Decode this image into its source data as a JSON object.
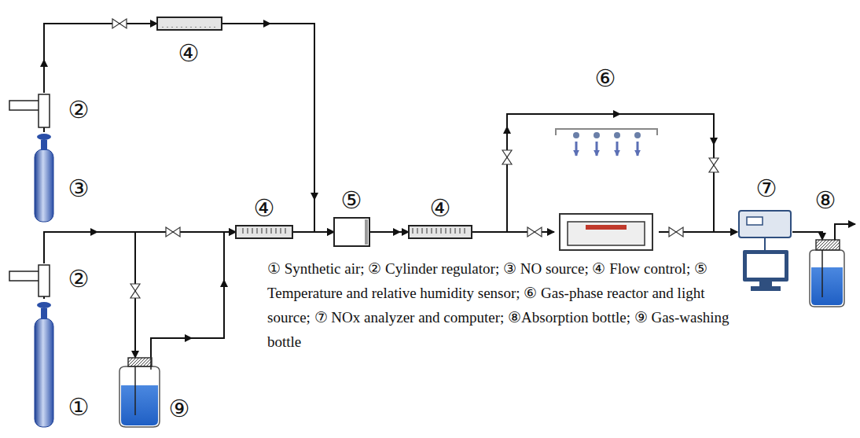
{
  "diagram": {
    "nodes": [
      {
        "text": [
          "③"
        ]
      },
      {
        "text": [
          "②"
        ]
      },
      {
        "text": [
          "④"
        ]
      },
      {
        "text": [
          "①"
        ]
      },
      {
        "text": [
          "②"
        ]
      },
      {
        "text": [
          "⑨"
        ]
      },
      {
        "text": [
          "④"
        ]
      },
      {
        "text": [
          "⑤"
        ]
      },
      {
        "text": [
          "④"
        ]
      },
      {
        "text": [
          "⑥"
        ]
      },
      {
        "text": [
          "⑦"
        ]
      },
      {
        "text": [
          "⑧"
        ]
      }
    ],
    "edges": [
      {
        "from": 3,
        "to": 4,
        "arrow": "none"
      },
      {
        "from": 4,
        "to": 6,
        "arrow": "to"
      },
      {
        "from": 4,
        "to": 5,
        "arrow": "to"
      },
      {
        "from": 5,
        "to": 6,
        "arrow": "to"
      },
      {
        "from": 0,
        "to": 1,
        "arrow": "none"
      },
      {
        "from": 1,
        "to": 2,
        "arrow": "to"
      },
      {
        "from": 2,
        "to": 7,
        "arrow": "to"
      },
      {
        "from": 6,
        "to": 7,
        "arrow": "to"
      },
      {
        "from": 7,
        "to": 8,
        "arrow": "to"
      },
      {
        "from": 8,
        "to": 9,
        "arrow": "to"
      },
      {
        "from": 8,
        "to": 10,
        "arrow": "to"
      },
      {
        "from": 9,
        "to": 10,
        "arrow": "to"
      },
      {
        "from": 10,
        "to": 11,
        "arrow": "to"
      }
    ],
    "labels": [
      "① Synthetic air; ② Cylinder regulator; ③ NO source; ④ Flow control; ⑤ Temperature and relative humidity sensor; ⑥ Gas-phase reactor and light source; ⑦ NOx analyzer and computer; ⑧Absorption bottle; ⑨ Gas-washing bottle"
    ]
  }
}
